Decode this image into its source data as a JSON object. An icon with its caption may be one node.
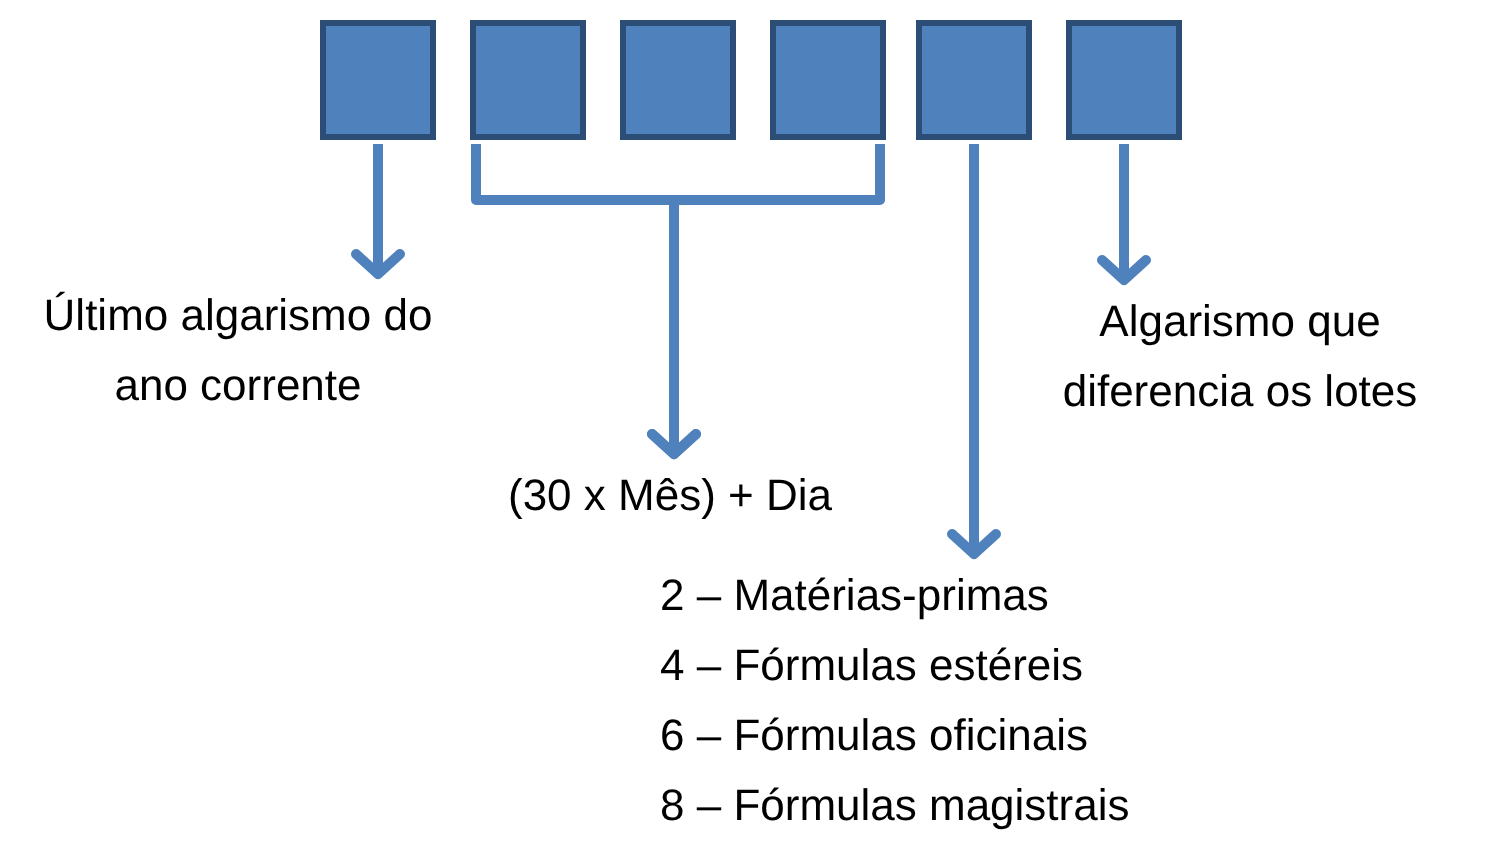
{
  "diagram": {
    "nodes": [
      {
        "text": [],
        "shape": "box"
      },
      {
        "text": [],
        "shape": "box"
      },
      {
        "text": [],
        "shape": "box"
      },
      {
        "text": [],
        "shape": "box"
      },
      {
        "text": [],
        "shape": "box"
      },
      {
        "text": [],
        "shape": "box"
      },
      {
        "text": [
          "Último algarismo do ano corrente"
        ]
      },
      {
        "text": [
          "(30 x Mês) + Dia"
        ]
      },
      {
        "text": [
          "2 – Matérias-primas",
          "4 – Fórmulas estéreis",
          "6 – Fórmulas oficinais",
          "8 – Fórmulas magistrais"
        ]
      },
      {
        "text": [
          "Algarismo que diferencia os lotes"
        ]
      }
    ],
    "edges": [
      {
        "from": 0,
        "to": 6,
        "arrow": "to"
      },
      {
        "from": 1,
        "to": 7,
        "arrow": "to"
      },
      {
        "from": 3,
        "to": 7,
        "arrow": "to"
      },
      {
        "from": 4,
        "to": 8,
        "arrow": "to"
      },
      {
        "from": 5,
        "to": 9,
        "arrow": "to"
      }
    ]
  }
}
